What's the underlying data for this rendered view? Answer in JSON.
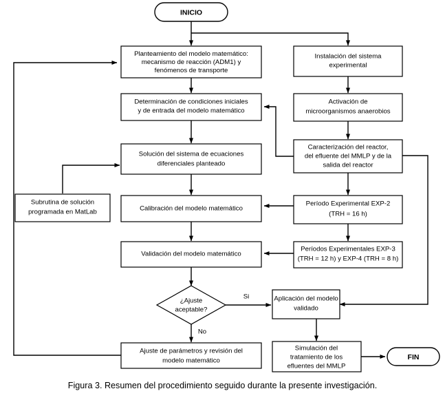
{
  "figure": {
    "caption": "Figura 3. Resumen del procedimiento seguido durante la presente investigación.",
    "background_color": "#ffffff",
    "line_color": "#000000"
  },
  "chart_data": {
    "type": "diagram",
    "title": "Resumen del procedimiento seguido durante la presente investigación",
    "nodes": [
      {
        "id": "inicio",
        "shape": "terminal",
        "lines": [
          "INICIO"
        ]
      },
      {
        "id": "planteamiento",
        "shape": "process",
        "lines": [
          "Planteamiento del modelo matemático:",
          "mecanismo de reacción (ADM1) y",
          "fenómenos de transporte"
        ]
      },
      {
        "id": "instalacion",
        "shape": "process",
        "lines": [
          "Instalación del sistema",
          "experimental"
        ]
      },
      {
        "id": "determinacion",
        "shape": "process",
        "lines": [
          "Determinación de condiciones iniciales",
          "y de entrada del modelo matemático"
        ]
      },
      {
        "id": "activacion",
        "shape": "process",
        "lines": [
          "Activación de",
          "microorganismos anaerobios"
        ]
      },
      {
        "id": "solucion",
        "shape": "process",
        "lines": [
          "Solución del sistema de ecuaciones",
          "diferenciales planteado"
        ]
      },
      {
        "id": "caracterizacion",
        "shape": "process",
        "lines": [
          "Caracterización del reactor,",
          "del efluente del MMLP y de la",
          "salida del reactor"
        ]
      },
      {
        "id": "subrutina",
        "shape": "process",
        "lines": [
          "Subrutina de solución",
          "programada en MatLab"
        ]
      },
      {
        "id": "calibracion",
        "shape": "process",
        "lines": [
          "Calibración del modelo matemático"
        ]
      },
      {
        "id": "exp2",
        "shape": "process",
        "lines": [
          "Período Experimental EXP-2",
          "(TRH = 16 h)"
        ]
      },
      {
        "id": "validacion",
        "shape": "process",
        "lines": [
          "Validación del modelo matemático"
        ]
      },
      {
        "id": "exp34",
        "shape": "process",
        "lines": [
          "Períodos Experimentales EXP-3",
          "(TRH = 12 h) y EXP-4 (TRH = 8 h)"
        ]
      },
      {
        "id": "ajuste_q",
        "shape": "decision",
        "lines": [
          "¿Ajuste",
          "aceptable?"
        ]
      },
      {
        "id": "aplicacion",
        "shape": "process",
        "lines": [
          "Aplicación del modelo",
          "validado"
        ]
      },
      {
        "id": "ajuste_param",
        "shape": "process",
        "lines": [
          "Ajuste de parámetros y revisión del",
          "modelo matemático"
        ]
      },
      {
        "id": "simulacion",
        "shape": "process",
        "lines": [
          "Simulación del",
          "tratamiento de los",
          "efluentes del MMLP"
        ]
      },
      {
        "id": "fin",
        "shape": "terminal",
        "lines": [
          "FIN"
        ]
      }
    ],
    "edges": [
      {
        "from": "inicio",
        "to": "planteamiento",
        "label": ""
      },
      {
        "from": "inicio",
        "to": "instalacion",
        "label": ""
      },
      {
        "from": "planteamiento",
        "to": "determinacion",
        "label": ""
      },
      {
        "from": "instalacion",
        "to": "activacion",
        "label": ""
      },
      {
        "from": "determinacion",
        "to": "solucion",
        "label": ""
      },
      {
        "from": "activacion",
        "to": "caracterizacion",
        "label": ""
      },
      {
        "from": "caracterizacion",
        "to": "determinacion",
        "label": ""
      },
      {
        "from": "caracterizacion",
        "to": "exp2",
        "label": ""
      },
      {
        "from": "caracterizacion",
        "to": "aplicacion",
        "label": ""
      },
      {
        "from": "solucion",
        "to": "calibracion",
        "label": ""
      },
      {
        "from": "subrutina",
        "to": "solucion",
        "label": ""
      },
      {
        "from": "exp2",
        "to": "calibracion",
        "label": ""
      },
      {
        "from": "exp2",
        "to": "exp34",
        "label": ""
      },
      {
        "from": "calibracion",
        "to": "validacion",
        "label": ""
      },
      {
        "from": "exp34",
        "to": "validacion",
        "label": ""
      },
      {
        "from": "validacion",
        "to": "ajuste_q",
        "label": ""
      },
      {
        "from": "ajuste_q",
        "to": "aplicacion",
        "label": "Si"
      },
      {
        "from": "ajuste_q",
        "to": "ajuste_param",
        "label": "No"
      },
      {
        "from": "ajuste_param",
        "to": "planteamiento",
        "label": ""
      },
      {
        "from": "aplicacion",
        "to": "simulacion",
        "label": ""
      },
      {
        "from": "simulacion",
        "to": "fin",
        "label": ""
      }
    ],
    "edge_labels": {
      "yes": "Si",
      "no": "No"
    }
  }
}
